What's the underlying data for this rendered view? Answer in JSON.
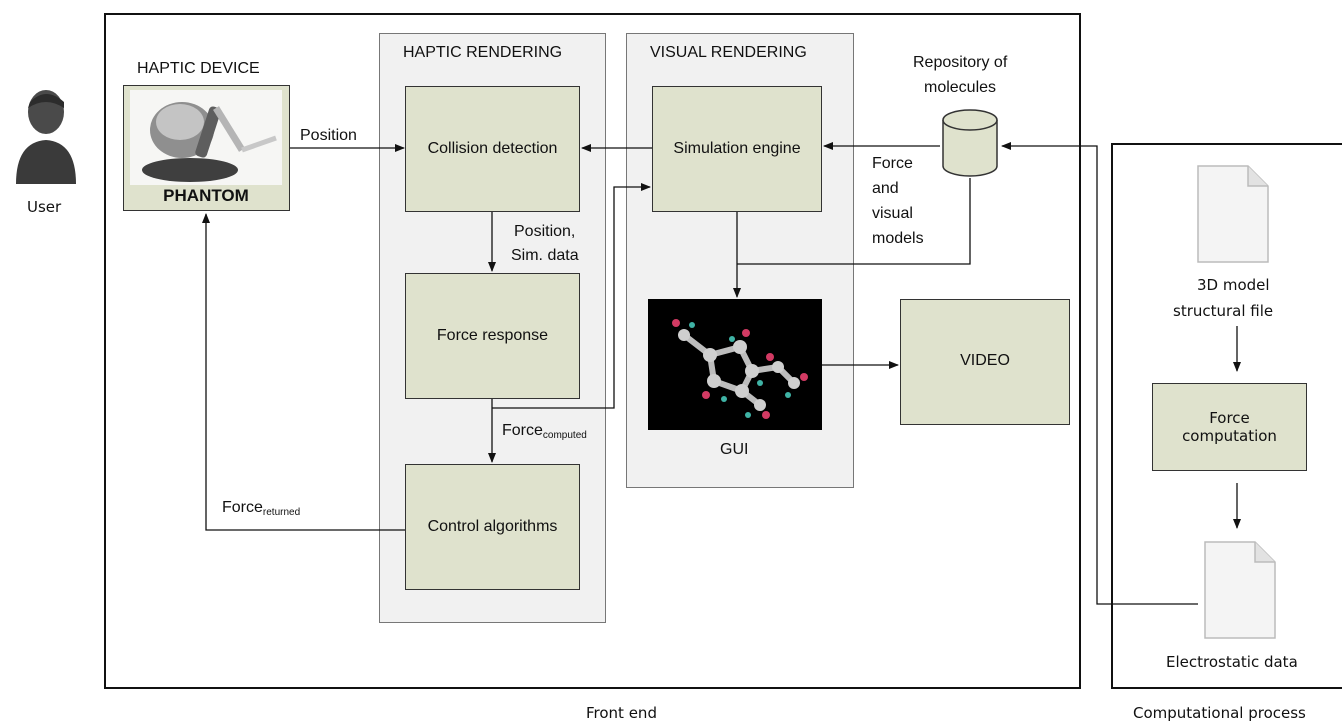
{
  "user": {
    "label": "User"
  },
  "haptic_device": {
    "title": "HAPTIC DEVICE",
    "brand": "PHANTOM"
  },
  "haptic_rendering": {
    "title": "HAPTIC RENDERING",
    "collision_detection": "Collision detection",
    "force_response": "Force response",
    "control_algorithms": "Control algorithms"
  },
  "visual_rendering": {
    "title": "VISUAL RENDERING",
    "simulation_engine": "Simulation engine",
    "gui": "GUI"
  },
  "repository": {
    "line1": "Repository of",
    "line2": "molecules"
  },
  "video": "VIDEO",
  "edges": {
    "position": "Position",
    "position_sim_line1": "Position,",
    "position_sim_line2": "Sim. data",
    "force_computed": "Force",
    "force_computed_sub": "computed",
    "force_returned": "Force",
    "force_returned_sub": "returned",
    "force_visual_1": "Force",
    "force_visual_2": "and",
    "force_visual_3": "visual",
    "force_visual_4": "models"
  },
  "computational": {
    "file_line1": "3D model",
    "file_line2": "structural file",
    "force_line1": "Force",
    "force_line2": "computation",
    "electrostatic": "Electrostatic data"
  },
  "captions": {
    "front_end": "Front end",
    "computational_process": "Computational process"
  }
}
